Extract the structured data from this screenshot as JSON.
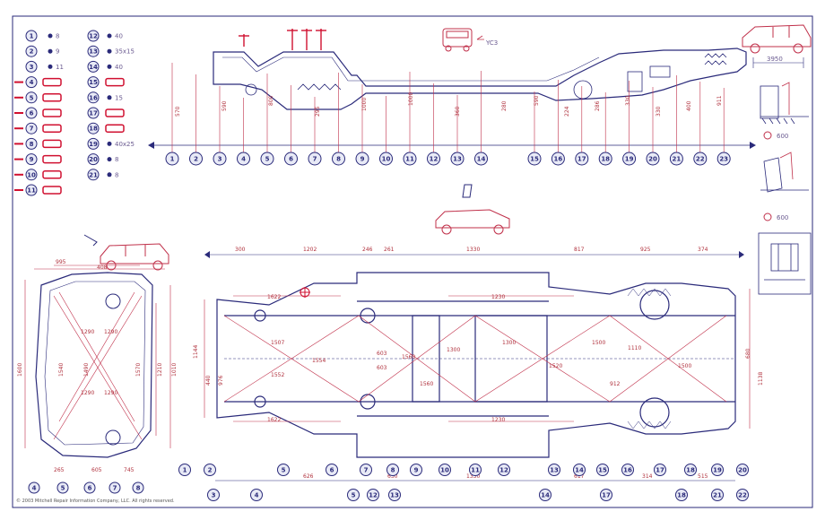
{
  "colors": {
    "frame": "#2a2a7a",
    "dimension": "#c0304a",
    "accent": "#d01030",
    "paper": "#ffffff",
    "legend_fill": "#e8eaf6"
  },
  "legend": {
    "left": [
      "8",
      "9",
      "11",
      "",
      "",
      "",
      "",
      "",
      "",
      "",
      ""
    ],
    "right": [
      "40",
      "35x15",
      "40",
      "",
      "15",
      "",
      "",
      "40x25",
      "8",
      "8"
    ]
  },
  "side_view": {
    "points": [
      "1",
      "2",
      "3",
      "4",
      "5",
      "6",
      "7",
      "8",
      "9",
      "10",
      "11",
      "12",
      "13",
      "14",
      "15",
      "16",
      "17",
      "18",
      "19",
      "20",
      "21",
      "22",
      "23"
    ],
    "heights": [
      "570",
      "590",
      "800",
      "295",
      "1000",
      "1000",
      "360",
      "280",
      "590",
      "224",
      "286",
      "330",
      "330",
      "400",
      "911"
    ],
    "car_dim": "3950",
    "gauge_values": [
      "600",
      "600"
    ]
  },
  "front_view": {
    "top_width": "995",
    "inner_width": "408",
    "heights": [
      "1600",
      "1540",
      "1490",
      "1570",
      "1210",
      "1010"
    ],
    "diagonals": [
      "1290",
      "1290",
      "1290",
      "1290"
    ],
    "bottom_dims": [
      "265",
      "605",
      "745"
    ],
    "points": [
      "4",
      "5",
      "6",
      "7",
      "8"
    ]
  },
  "plan_view": {
    "top_dims": [
      "300",
      "1202",
      "246",
      "261",
      "1330",
      "817",
      "925",
      "374"
    ],
    "bottom_dims": [
      "626",
      "630",
      "1330",
      "617",
      "314",
      "515"
    ],
    "side_dims": [
      "1144",
      "440",
      "976",
      "680",
      "1138"
    ],
    "diagonal_dims": [
      "1507",
      "1552",
      "1554",
      "1560",
      "1560",
      "1300",
      "1300",
      "1520",
      "1500",
      "1500"
    ],
    "inner_dims": [
      "1622",
      "1622",
      "603",
      "603",
      "1230",
      "1230",
      "912",
      "1110"
    ],
    "points_top": [
      "1",
      "2",
      "5",
      "6",
      "7",
      "8",
      "9",
      "10",
      "11",
      "12",
      "13",
      "14",
      "15",
      "16",
      "17",
      "18",
      "19",
      "20"
    ],
    "points_bottom": [
      "3",
      "4",
      "5",
      "12",
      "13",
      "14",
      "17",
      "18",
      "21",
      "22"
    ]
  },
  "copyright": "© 2003 Mitchell Repair Information Company, LLC. All rights reserved."
}
